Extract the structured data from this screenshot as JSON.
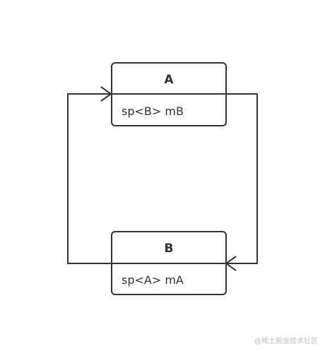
{
  "diagram": {
    "nodes": [
      {
        "id": "A",
        "title": "A",
        "field": "sp<B> mB"
      },
      {
        "id": "B",
        "title": "B",
        "field": "sp<A> mA"
      }
    ],
    "edges": [
      {
        "from": "A",
        "to": "B"
      },
      {
        "from": "B",
        "to": "A"
      }
    ],
    "colors": {
      "stroke": "#333333",
      "fill": "#ffffff",
      "text": "#333333"
    }
  },
  "watermark": "@稀土掘金技术社区"
}
